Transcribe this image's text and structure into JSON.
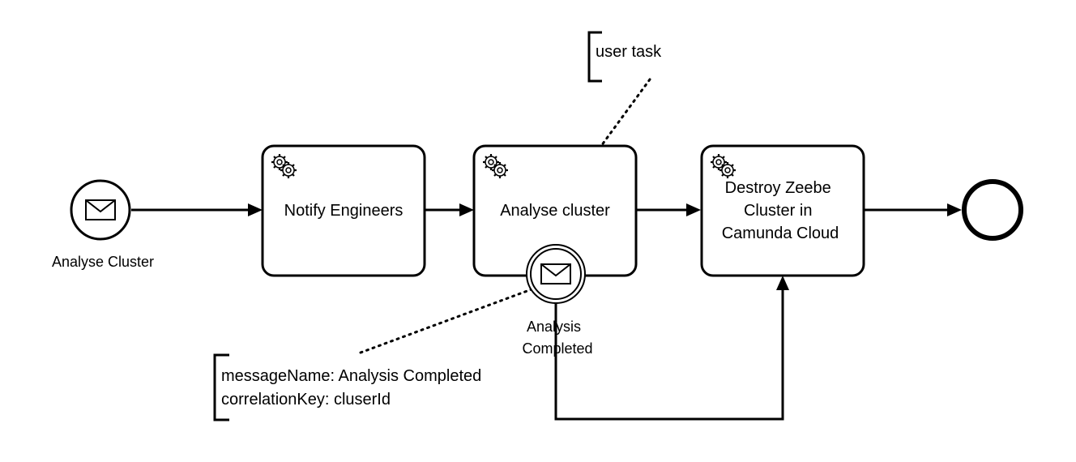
{
  "diagram_type": "BPMN process",
  "start_event": {
    "label": "Analyse Cluster",
    "icon": "envelope-icon"
  },
  "tasks": [
    {
      "id": "notify",
      "label": "Notify Engineers",
      "type": "service-task",
      "icon": "gears-icon"
    },
    {
      "id": "analyse",
      "label": "Analyse cluster",
      "type": "service-task",
      "icon": "gears-icon"
    },
    {
      "id": "destroy",
      "label_lines": [
        "Destroy Zeebe",
        "Cluster in",
        "Camunda Cloud"
      ],
      "type": "service-task",
      "icon": "gears-icon"
    }
  ],
  "boundary_event": {
    "label_lines": [
      "Analysis",
      "Completed"
    ],
    "type": "message-boundary-event",
    "icon": "envelope-icon"
  },
  "end_event": {
    "label": ""
  },
  "annotations": [
    {
      "id": "user-task-note",
      "text": "user task"
    },
    {
      "id": "message-note",
      "lines": [
        "messageName: Analysis Completed",
        "correlationKey: cluserId"
      ]
    }
  ],
  "flows": [
    {
      "from": "start",
      "to": "notify"
    },
    {
      "from": "notify",
      "to": "analyse"
    },
    {
      "from": "analyse",
      "to": "destroy"
    },
    {
      "from": "destroy",
      "to": "end"
    },
    {
      "from": "boundary",
      "to": "destroy"
    }
  ]
}
